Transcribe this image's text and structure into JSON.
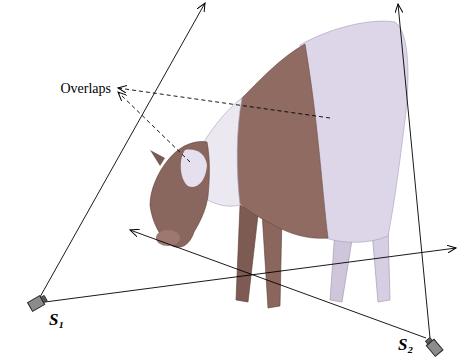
{
  "diagram": {
    "labels": [
      "Overlaps",
      "S₁",
      "S₂"
    ]
  }
}
